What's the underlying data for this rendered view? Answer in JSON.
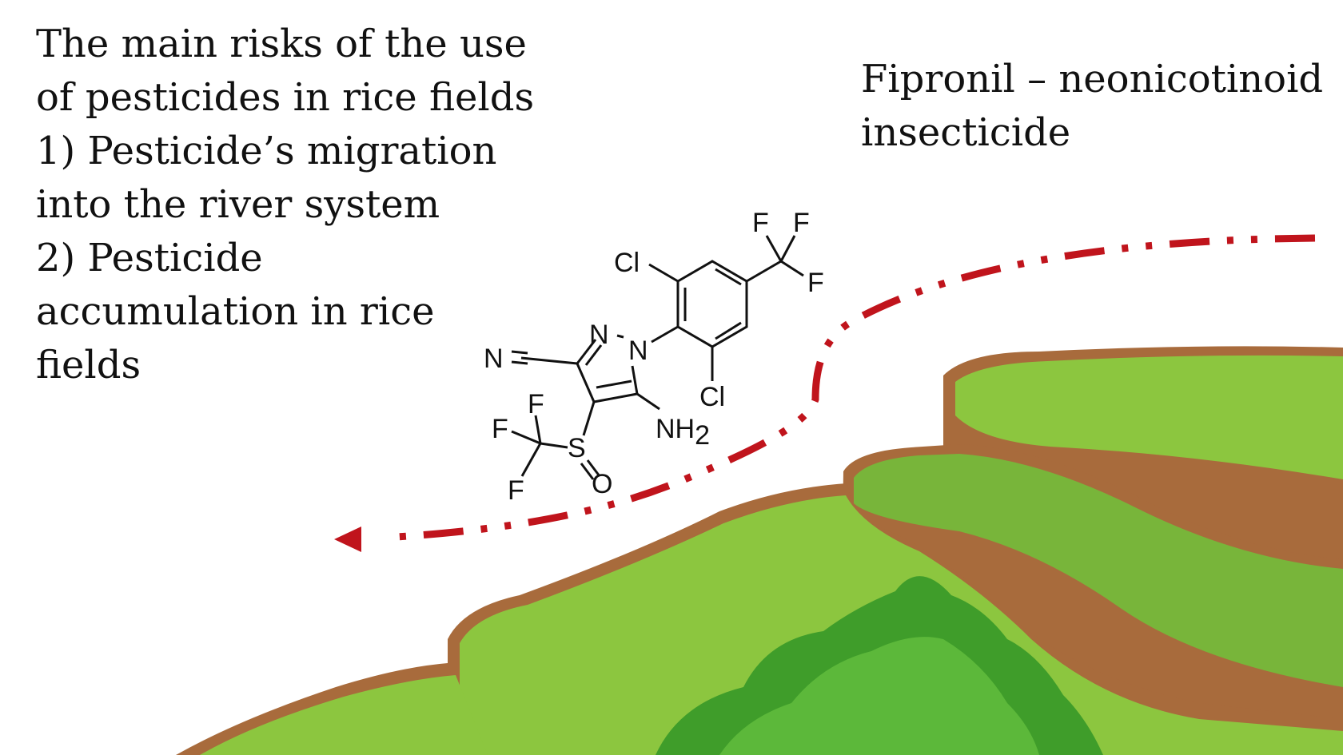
{
  "slide": {
    "heading_lines": [
      "The main risks of the use",
      "of pesticides in rice fields",
      "1) Pesticide’s migration",
      "into the river system",
      "2) Pesticide",
      "accumulation in rice",
      "fields"
    ],
    "caption_lines": [
      "Fipronil – neonicotinoid",
      "insecticide"
    ]
  },
  "molecule": {
    "atoms": {
      "cl_top": "Cl",
      "cl_bottom": "Cl",
      "f_cf3_1": "F",
      "f_cf3_2": "F",
      "f_cf3_3": "F",
      "n_nitrile": "N",
      "n_pyrazole_2": "N",
      "n_pyrazole_1": "N",
      "nh2": "NH",
      "nh2_sub": "2",
      "f_scf3_1": "F",
      "f_scf3_2": "F",
      "f_scf3_3": "F",
      "s": "S",
      "o": "O"
    }
  },
  "colors": {
    "arrow": "#c0141c",
    "grass_light": "#8cc63f",
    "grass_dark": "#5e9e2a",
    "soil": "#a86b3c",
    "soil_dark": "#7a4a26",
    "bush": "#3f9d2a"
  }
}
